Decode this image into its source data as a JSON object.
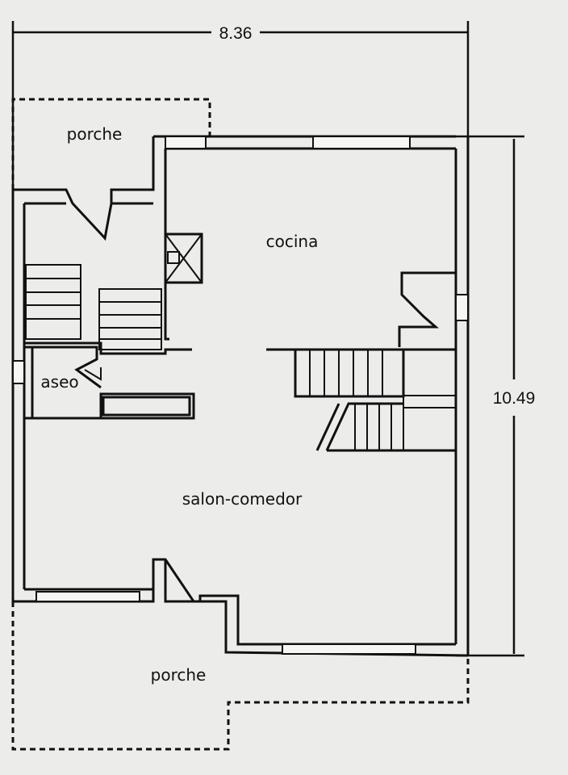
{
  "dimensions": {
    "width": "8.36",
    "height": "10.49"
  },
  "rooms": {
    "porche_top": "porche",
    "cocina": "cocina",
    "aseo": "aseo",
    "salon": "salon-comedor",
    "porche_bottom": "porche"
  }
}
